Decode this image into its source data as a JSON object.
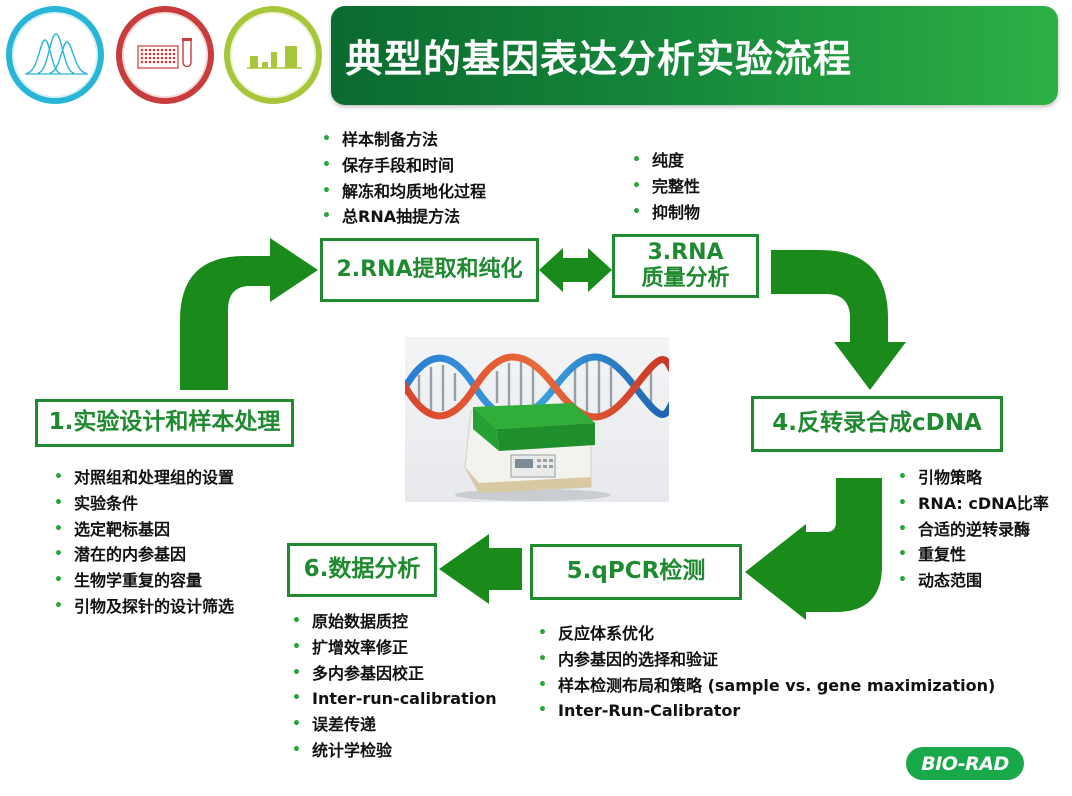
{
  "title": "典型的基因表达分析实验流程",
  "colors": {
    "green": "#1f8a30",
    "arrow_green": "#1a8a1a",
    "bullet": "#2aa33a",
    "title_dark": "#0b6a2f",
    "title_light": "#2db045",
    "logo": "#19a84a"
  },
  "icons": [
    "melt-curve-icon",
    "plate-and-tube-icon",
    "bar-chart-icon"
  ],
  "steps": [
    {
      "label": "1.实验设计和样本处理"
    },
    {
      "label": "2.RNA提取和纯化"
    },
    {
      "label": "3.RNA\n质量分析"
    },
    {
      "label": "4.反转录合成cDNA"
    },
    {
      "label": "5.qPCR检测"
    },
    {
      "label": "6.数据分析"
    }
  ],
  "bullets": {
    "step1": [
      "对照组和处理组的设置",
      "实验条件",
      "选定靶标基因",
      "潜在的内参基因",
      "生物学重复的容量",
      "引物及探针的设计筛选"
    ],
    "step2": [
      "样本制备方法",
      "保存手段和时间",
      "解冻和均质地化过程",
      "总RNA抽提方法"
    ],
    "step3": [
      "纯度",
      "完整性",
      "抑制物"
    ],
    "step4": [
      "引物策略",
      "RNA: cDNA比率",
      "合适的逆转录酶",
      "重复性",
      "动态范围"
    ],
    "step5": [
      "反应体系优化",
      "内参基因的选择和验证",
      "样本检测布局和策略 (sample vs. gene maximization)",
      "Inter-Run-Calibrator"
    ],
    "step6": [
      "原始数据质控",
      "扩增效率修正",
      "多内参基因校正",
      "Inter-run-calibration",
      "误差传递",
      "统计学检验"
    ]
  },
  "logo": "BIO-RAD",
  "instrument_image": "dna-helix-with-qpcr-instrument"
}
